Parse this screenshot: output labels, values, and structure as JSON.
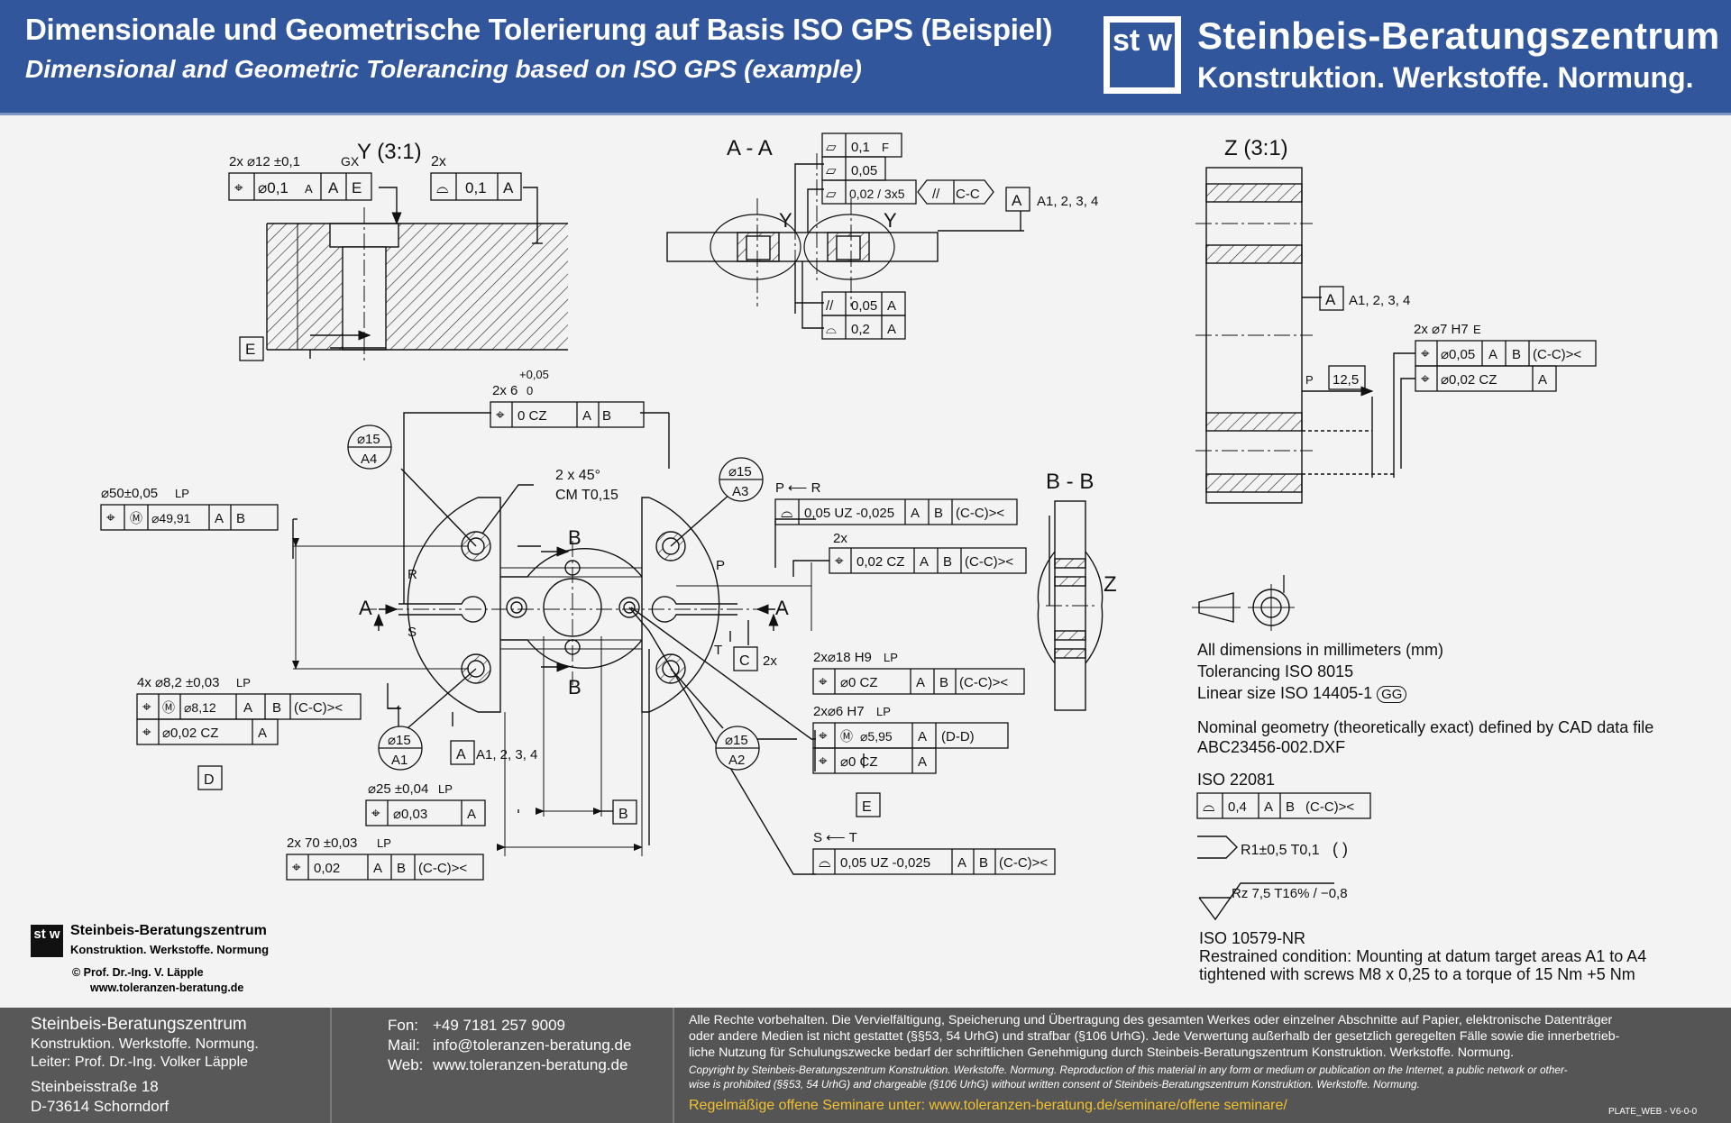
{
  "header": {
    "title_de": "Dimensionale und Geometrische Tolerierung auf Basis ISO GPS (Beispiel)",
    "title_en": "Dimensional and Geometric Tolerancing based on ISO GPS (example)",
    "logo_text": "st w",
    "brand_name": "Steinbeis-Beratungszentrum",
    "brand_tagline": "Konstruktion. Werkstoffe. Normung."
  },
  "drawing": {
    "views": {
      "y": "Y (3:1)",
      "aa": "A - A",
      "z": "Z (3:1)",
      "bb": "B - B",
      "z_letter": "Z"
    },
    "labels": {
      "y_a": "Y",
      "y_b": "Y",
      "a_left": "A",
      "a_right": "A",
      "b_top": "B",
      "b_bottom": "B",
      "r": "R",
      "s": "S",
      "p": "P",
      "t": "T",
      "datum_e_y": "E",
      "datum_d": "D",
      "datum_b": "B",
      "datum_c": "C",
      "datum_c_note": "2x",
      "datum_e_mid": "E",
      "datum_a_aa": "A",
      "datum_a_aa_note": "A1, 2, 3, 4",
      "datum_a_z": "A",
      "datum_a_z_note": "A1, 2, 3, 4",
      "datum_a_main": "A",
      "datum_a_main_note": "A1, 2, 3, 4",
      "p_to_r": "P ⟵ R",
      "s_to_t": "S ⟵ T"
    },
    "targets": [
      {
        "top": "⌀15",
        "bottom": "A4"
      },
      {
        "top": "⌀15",
        "bottom": "A3"
      },
      {
        "top": "⌀15",
        "bottom": "A1"
      },
      {
        "top": "⌀15",
        "bottom": "A2"
      }
    ],
    "chamfer": {
      "line1": "2 x 45°",
      "line2": "CM T0,15"
    },
    "dims": {
      "y_hole": "2x ⌀12 ±0,1",
      "y_hole_mod": "GX",
      "y_2x": "2x",
      "slot": "2x 6",
      "slot_tol_up": "+0,05",
      "slot_tol_low": "0",
      "dia50": "⌀50±0,05",
      "dia50_mod": "LP",
      "dia82": "4x ⌀8,2 ±0,03",
      "dia82_mod": "LP",
      "dia25": "⌀25 ±0,04",
      "dia25_mod": "LP",
      "len70": "2x 70 ±0,03",
      "len70_mod": "LP",
      "dia18": "2x⌀18 H9",
      "dia18_mod": "LP",
      "dia6": "2x⌀6 H7",
      "dia6_mod": "LP",
      "dia7": "2x ⌀7 H7",
      "dia7_mod": "E",
      "twox": "2x",
      "p_box": "12,5",
      "p_box_mod": "P"
    },
    "fcf": {
      "y_pos_tol": "⌀0,1",
      "y_pos_mod": "A",
      "y_pos_d1": "A",
      "y_pos_d2": "E",
      "y_prof_tol": "0,1",
      "y_prof_d1": "A",
      "aa_flat1_tol": "0,1",
      "aa_flat1_mod": "F",
      "aa_flat2_tol": "0,05",
      "aa_flat3_tol": "0,02 / 3x5",
      "aa_flat3_par": "//",
      "aa_flat3_ref": "C-C",
      "aa_par_tol": "0,05",
      "aa_par_d1": "A",
      "aa_prof_tol": "0,2",
      "aa_prof_d1": "A",
      "slot_tol": "0 CZ",
      "slot_d1": "A",
      "slot_d2": "B",
      "dia50_size": "⌀49,91",
      "dia50_d1": "A",
      "dia50_d2": "B",
      "dia82_size": "⌀8,12",
      "dia82_d1": "A",
      "dia82_d2": "B",
      "dia82_d3": "(C-C)><",
      "dia82_pos_tol": "⌀0,02 CZ",
      "dia82_pos_d1": "A",
      "pr_tol": "0,05 UZ -0,025",
      "pr_d1": "A",
      "pr_d2": "B",
      "pr_d3": "(C-C)><",
      "cz_tol": "0,02 CZ",
      "cz_d1": "A",
      "cz_d2": "B",
      "cz_d3": "(C-C)><",
      "dia18_tol": "⌀0 CZ",
      "dia18_d1": "A",
      "dia18_d2": "B",
      "dia18_d3": "(C-C)><",
      "dia6_size": "⌀5,95",
      "dia6_d1": "A",
      "dia6_d2": "(D-D)",
      "dia6_pos_tol": "⌀0 CZ",
      "dia6_pos_d1": "A",
      "dia25_tol": "⌀0,03",
      "dia25_d1": "A",
      "len70_tol": "0,02",
      "len70_d1": "A",
      "len70_d2": "B",
      "len70_d3": "(C-C)><",
      "st_tol": "0,05 UZ -0,025",
      "st_d1": "A",
      "st_d2": "B",
      "st_d3": "(C-C)><",
      "z_pos_tol": "⌀0,05",
      "z_pos_d1": "A",
      "z_pos_d2": "B",
      "z_pos_d3": "(C-C)><",
      "z_pos2_tol": "⌀0,02 CZ",
      "z_pos2_d1": "A",
      "gen_tol": "0,4",
      "gen_d1": "A",
      "gen_d2": "B",
      "gen_d3": "(C-C)><"
    },
    "symbols": {
      "radius_edge": "R1±0,5   T0,1",
      "radius_paren": "( )",
      "rough": "Rz 7,5 T16% / −0,8"
    }
  },
  "notes": {
    "units": "All dimensions in millimeters (mm)",
    "tolerancing": "Tolerancing ISO 8015",
    "linear_size": "Linear size ISO 14405-1",
    "linear_size_mod": "GG",
    "nominal1": "Nominal geometry (theoretically exact) defined by CAD data file",
    "nominal2": "ABC23456-002.DXF",
    "iso22081": "ISO 22081",
    "iso10579": "ISO 10579-NR",
    "restrained1": "Restrained condition: Mounting at datum target areas A1 to A4",
    "restrained2": "tightened with screws M8 x 0,25 to a torque of 15 Nm +5 Nm"
  },
  "small_logo": {
    "logo_text": "st w",
    "brand": "Steinbeis-Beratungszentrum",
    "tagline": "Konstruktion. Werkstoffe. Normung",
    "author": "© Prof. Dr.-Ing. V. Läpple",
    "url": "www.toleranzen-beratung.de"
  },
  "footer": {
    "company": "Steinbeis-Beratungszentrum",
    "tagline": "Konstruktion. Werkstoffe. Normung.",
    "leader": "Leiter:  Prof. Dr.-Ing. Volker Läpple",
    "street": "Steinbeisstraße 18",
    "city": "D-73614 Schorndorf",
    "phone_label": "Fon:",
    "phone": "+49 7181 257 9009",
    "mail_label": "Mail:",
    "mail": "info@toleranzen-beratung.de",
    "web_label": "Web:",
    "web": "www.toleranzen-beratung.de",
    "rights1": "Alle Rechte vorbehalten. Die Vervielfältigung, Speicherung und Übertragung des gesamten Werkes oder einzelner Abschnitte auf Papier, elektronische Datenträger",
    "rights2": "oder andere Medien ist nicht gestattet (§§53, 54 UrhG) und strafbar (§106 UrhG). Jede Verwertung außerhalb der gesetzlich geregelten Fälle sowie die innerbetrieb-",
    "rights3": "liche Nutzung für Schulungszwecke bedarf der schriftlichen Genehmigung durch Steinbeis-Beratungszentrum Konstruktion. Werkstoffe. Normung.",
    "copy1": "Copyright by Steinbeis-Beratungszentrum Konstruktion. Werkstoffe. Normung. Reproduction of this material in any form or medium or publication on the Internet, a public network or other-",
    "copy2": "wise is prohibited (§§53, 54 UrhG) and chargeable (§106 UrhG) without written consent of Steinbeis-Beratungszentrum Konstruktion. Werkstoffe. Normung.",
    "seminar": "Regelmäßige offene Seminare unter:  www.toleranzen-beratung.de/seminare/offene seminare/",
    "plate": "PLATE_WEB - V6-0-0"
  },
  "colors": {
    "header_bg": "#31569c",
    "footer_bg": "#555555",
    "seminar_text": "#f2c12e",
    "drawing_bg": "#f3f3f3"
  }
}
